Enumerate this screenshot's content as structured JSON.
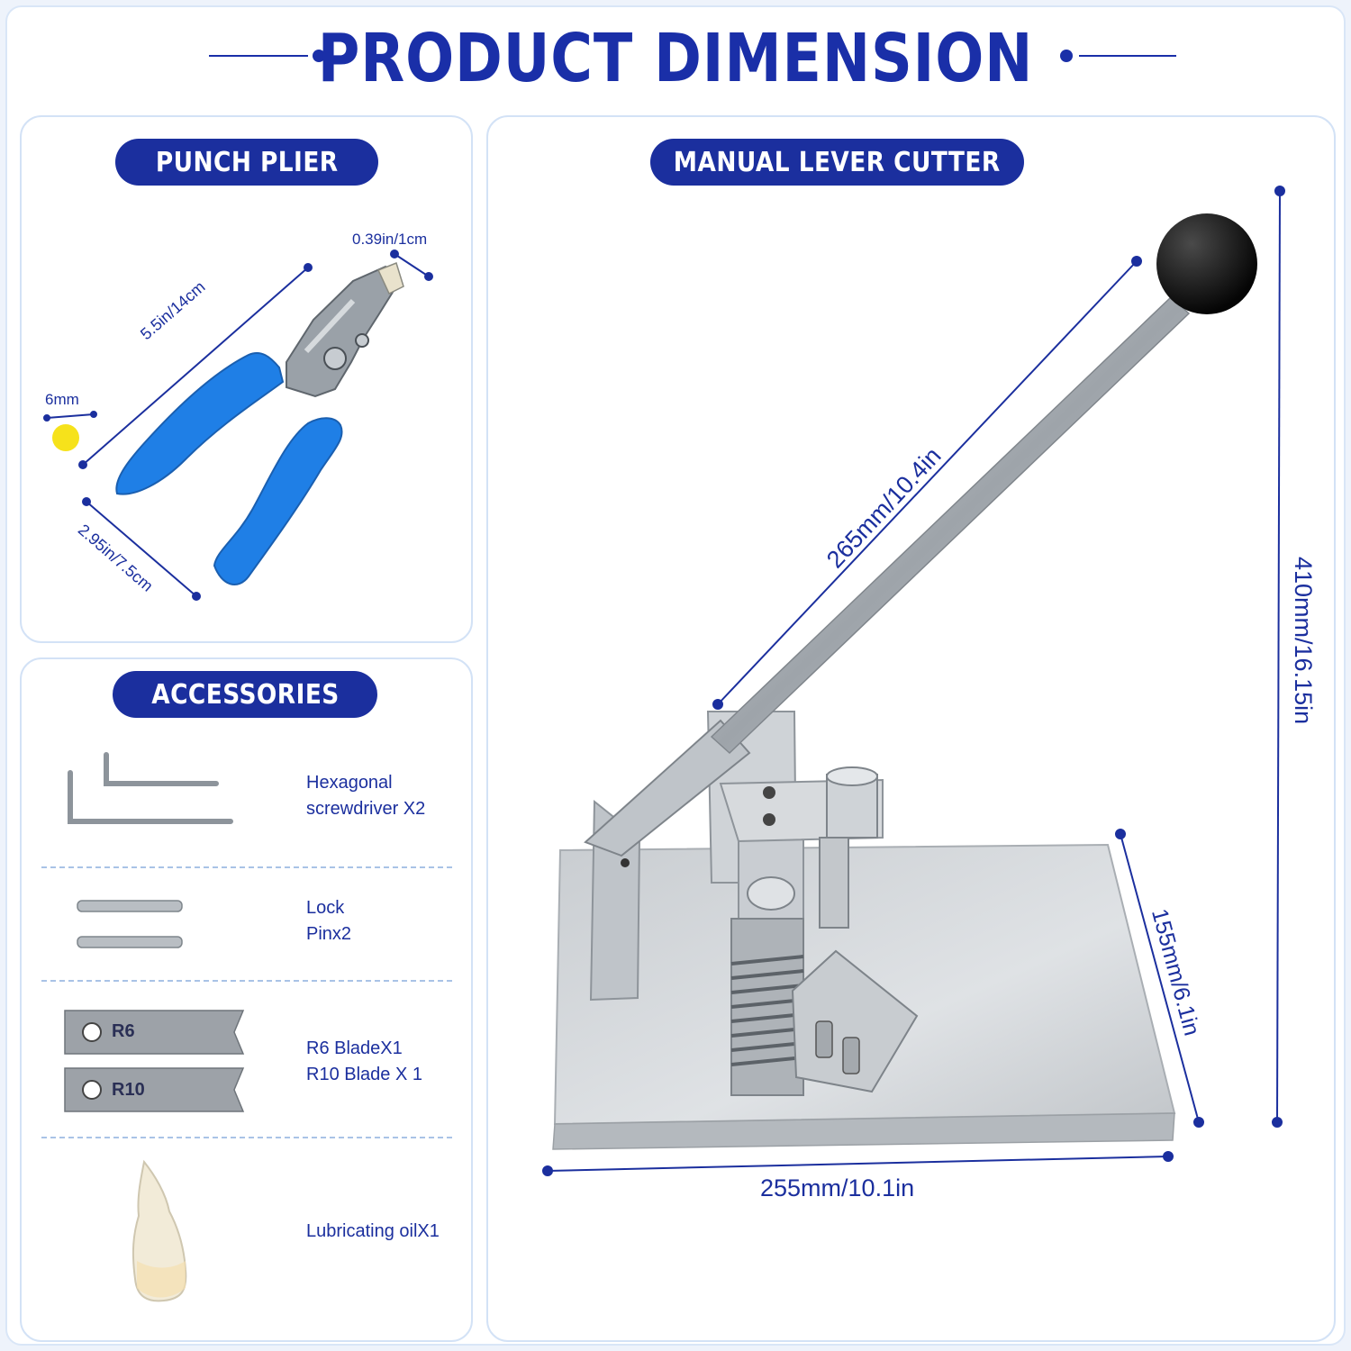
{
  "title": "PRODUCT DIMENSION",
  "punch_plier": {
    "heading": "PUNCH PLIER",
    "dim_tip": "0.39in/1cm",
    "dim_length": "5.5in/14cm",
    "dim_hole": "6mm",
    "dim_width": "2.95in/7.5cm"
  },
  "accessories": {
    "heading": "ACCESSORIES",
    "items": [
      {
        "line1": "Hexagonal",
        "line2": "screwdriver X2"
      },
      {
        "line1": "Lock",
        "line2": "Pinx2"
      },
      {
        "line1": "R6 BladeX1",
        "line2": "R10 Blade X 1",
        "blade1": "R6",
        "blade2": "R10"
      },
      {
        "line1": "Lubricating oilX1",
        "line2": ""
      }
    ]
  },
  "cutter": {
    "heading": "MANUAL LEVER CUTTER",
    "dim_handle": "265mm/10.4in",
    "dim_height": "410mm/16.15in",
    "dim_depth": "155mm/6.1in",
    "dim_width": "255mm/10.1in"
  },
  "colors": {
    "brand_blue": "#1b2f9e",
    "grip_blue": "#1f7fe6",
    "hole_yellow": "#f6e21b"
  }
}
